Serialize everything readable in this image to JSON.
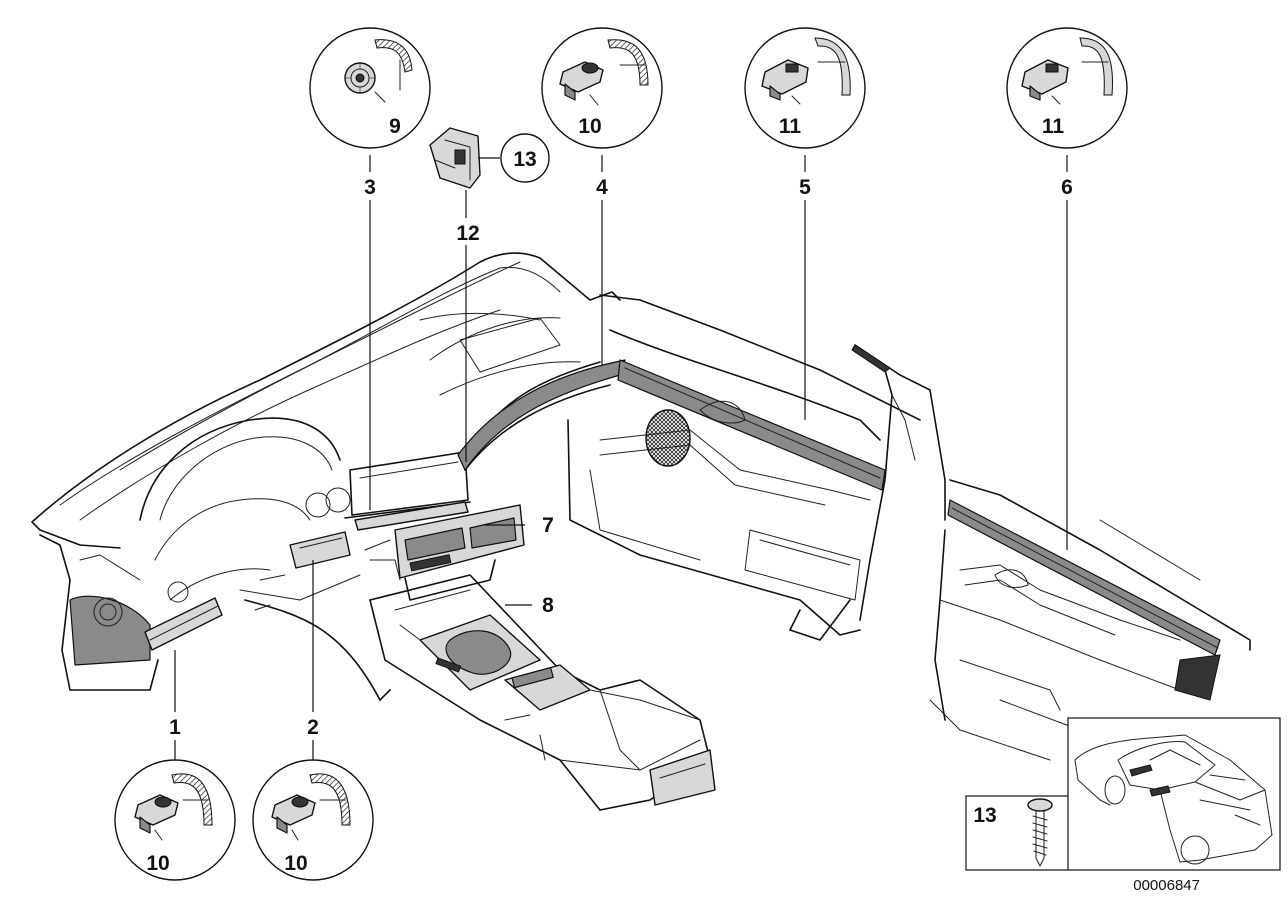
{
  "labels": {
    "l1": "1",
    "l2": "2",
    "l3": "3",
    "l4": "4",
    "l5": "5",
    "l6": "6",
    "l7": "7",
    "l8": "8",
    "l12": "12",
    "c9": "9",
    "c10a": "10",
    "c10b": "10",
    "c10c": "10",
    "c11a": "11",
    "c11b": "11",
    "c13": "13",
    "box13": "13"
  },
  "reference_number": "00006847",
  "icons": {
    "clip": "clip-icon",
    "screw": "screw-icon",
    "car": "car-silhouette-icon"
  }
}
